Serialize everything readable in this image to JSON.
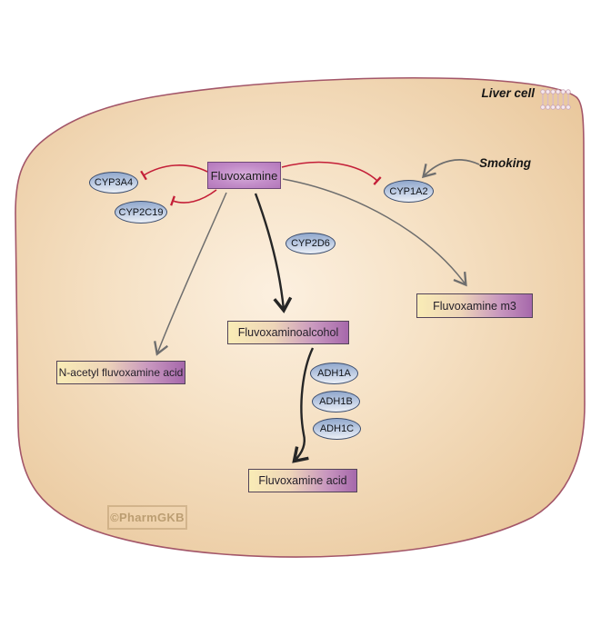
{
  "cell": {
    "label": "Liver cell"
  },
  "external": {
    "label": "Smoking"
  },
  "watermark": {
    "label": "©PharmGKB"
  },
  "nodes": {
    "fluvoxamine": "Fluvoxamine",
    "cyp3a4": "CYP3A4",
    "cyp2c19": "CYP2C19",
    "cyp1a2": "CYP1A2",
    "cyp2d6": "CYP2D6",
    "adh1a": "ADH1A",
    "adh1b": "ADH1B",
    "adh1c": "ADH1C",
    "fluvoxamine_m3": "Fluvoxamine m3",
    "fluvoxaminoalcohol": "Fluvoxaminoalcohol",
    "n_acetyl_fluvoxamine_acid": "N-acetyl fluvoxamine acid",
    "fluvoxamine_acid": "Fluvoxamine acid"
  },
  "edges": [
    {
      "from": "Fluvoxamine",
      "to": "CYP3A4",
      "type": "inhibition"
    },
    {
      "from": "Fluvoxamine",
      "to": "CYP2C19",
      "type": "inhibition"
    },
    {
      "from": "Fluvoxamine",
      "to": "CYP1A2",
      "type": "inhibition"
    },
    {
      "from": "Smoking",
      "to": "CYP1A2",
      "type": "stimulation"
    },
    {
      "from": "Fluvoxamine",
      "to": "Fluvoxamine m3",
      "type": "metabolism"
    },
    {
      "from": "Fluvoxamine",
      "to": "N-acetyl fluvoxamine acid",
      "type": "metabolism"
    },
    {
      "from": "Fluvoxamine",
      "to": "Fluvoxaminoalcohol",
      "type": "metabolism",
      "via": "CYP2D6"
    },
    {
      "from": "Fluvoxaminoalcohol",
      "to": "Fluvoxamine acid",
      "type": "metabolism",
      "via": "ADH1A, ADH1B, ADH1C"
    }
  ],
  "colors": {
    "cell_fill_center": "#fcf0e0",
    "cell_fill_edge": "#e9c79b",
    "cell_border": "#a35669",
    "drug_box": "#b478bb",
    "enzyme_blue": "#8ea6cb",
    "metabolite_left": "#f9ecb6",
    "metabolite_right": "#a668ab",
    "inhibition_red": "#c41f38",
    "arrow_gray": "#6e6e6e",
    "arrow_black": "#262626"
  }
}
